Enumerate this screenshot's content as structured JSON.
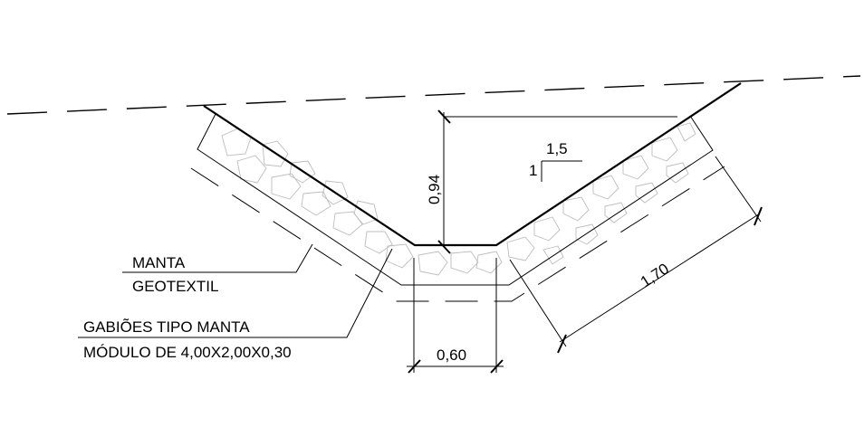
{
  "drawing": {
    "dimensions": {
      "depth": "0,94",
      "bottom_width": "0,60",
      "slope_length": "1,70"
    },
    "slope": {
      "horizontal": "1,5",
      "vertical": "1"
    },
    "labels": {
      "geotextile_line1": "MANTA",
      "geotextile_line2": "GEOTEXTIL",
      "gabion_line1": "GABIÕES TIPO MANTA",
      "gabion_line2": "MÓDULO DE 4,00X2,00X0,30"
    }
  }
}
